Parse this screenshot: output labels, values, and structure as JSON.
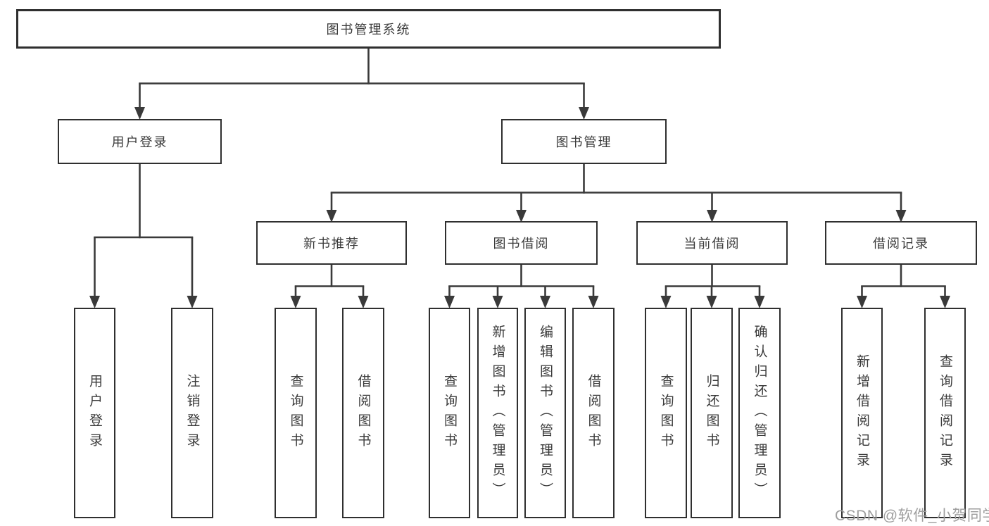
{
  "root": {
    "label": "图书管理系统"
  },
  "level2": [
    {
      "label": "用户登录"
    },
    {
      "label": "图书管理"
    }
  ],
  "level3": [
    {
      "label": "新书推荐"
    },
    {
      "label": "图书借阅"
    },
    {
      "label": "当前借阅"
    },
    {
      "label": "借阅记录"
    }
  ],
  "leaves": [
    {
      "parent": "用户登录",
      "label": "用户登录"
    },
    {
      "parent": "用户登录",
      "label": "注销登录"
    },
    {
      "parent": "新书推荐",
      "label": "查询图书"
    },
    {
      "parent": "新书推荐",
      "label": "借阅图书"
    },
    {
      "parent": "图书借阅",
      "label": "查询图书"
    },
    {
      "parent": "图书借阅",
      "label": "新增图书（管理员）"
    },
    {
      "parent": "图书借阅",
      "label": "编辑图书（管理员）"
    },
    {
      "parent": "图书借阅",
      "label": "借阅图书"
    },
    {
      "parent": "当前借阅",
      "label": "查询图书"
    },
    {
      "parent": "当前借阅",
      "label": "归还图书"
    },
    {
      "parent": "当前借阅",
      "label": "确认归还（管理员）"
    },
    {
      "parent": "借阅记录",
      "label": "新增借阅记录"
    },
    {
      "parent": "借阅记录",
      "label": "查询借阅记录"
    }
  ],
  "watermark": {
    "text": "CSDN @软件_小贺同学"
  },
  "colors": {
    "line": "#3a3a3a",
    "border": "#2f2f2f",
    "text": "#3a3a3a",
    "background": "#ffffff",
    "watermark": "#9e9e9e"
  }
}
